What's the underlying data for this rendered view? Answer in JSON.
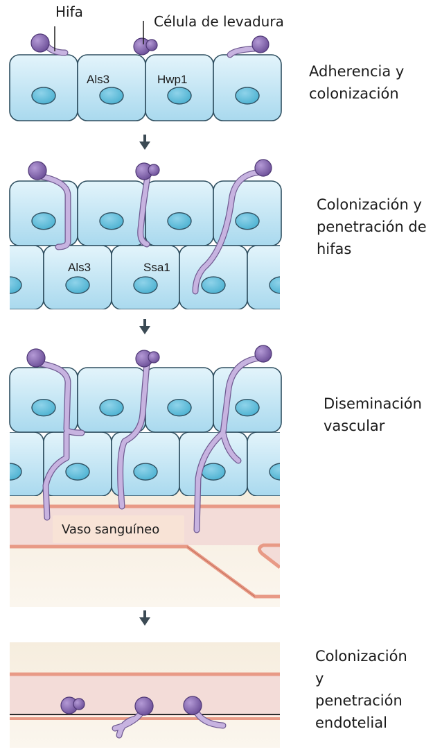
{
  "callouts": {
    "hifa": "Hifa",
    "levadura": "Célula de levadura"
  },
  "cell_labels": {
    "s1_als3": "Als3",
    "s1_hwp1": "Hwp1",
    "s2_als3": "Als3",
    "s2_ssa1": "Ssa1"
  },
  "stages": [
    {
      "lines": [
        "Adherencia y",
        "colonización"
      ]
    },
    {
      "lines": [
        "Colonización y",
        "penetración de",
        "hifas"
      ]
    },
    {
      "lines": [
        "Diseminación",
        "vascular"
      ]
    },
    {
      "lines": [
        "Colonización",
        "y",
        "penetración",
        "endotelial"
      ]
    }
  ],
  "vessel_label": "Vaso sanguíneo",
  "colors": {
    "cell_fill": "#bfe3f3",
    "cell_stroke": "#2f4f60",
    "nucleus": "#5cbad6",
    "fungus": "#8a6fb0",
    "hypha": "#c7b3e0",
    "vessel_wall": "#e89a86",
    "vessel_lumen": "#f3dcd8",
    "tissue": "#f2e6cf",
    "arrow": "#3b4a54"
  }
}
